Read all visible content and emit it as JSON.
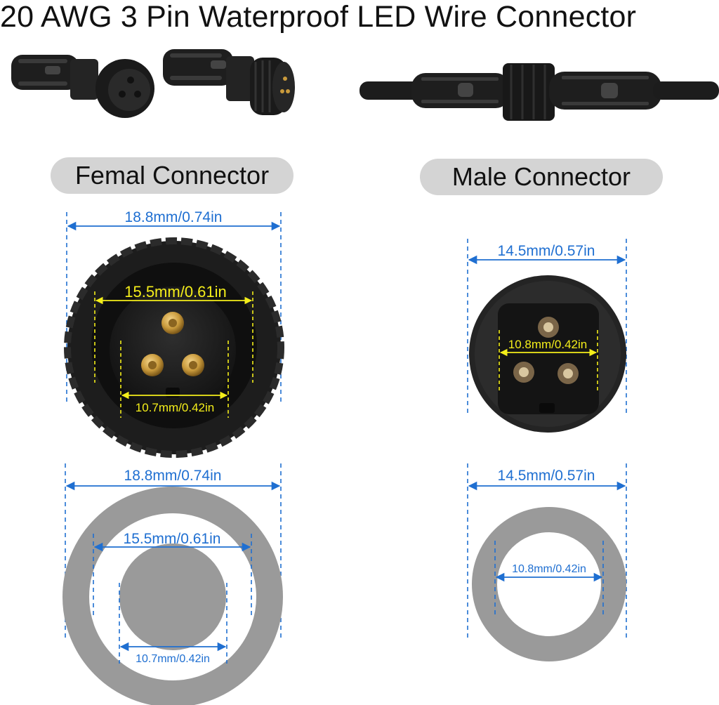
{
  "title": "20 AWG 3 Pin Waterproof LED Wire Connector",
  "labels": {
    "female": "Femal Connector",
    "male": "Male Connector"
  },
  "dimensions": {
    "female_outer": "18.8mm/0.74in",
    "female_inner": "15.5mm/0.61in",
    "female_pins": "10.7mm/0.42in",
    "male_outer": "14.5mm/0.57in",
    "male_pins": "10.8mm/0.42in"
  },
  "colors": {
    "dimension_blue": "#1f6fd1",
    "dimension_yellow": "#f4ee1a",
    "ring_gray": "#9a9a9a",
    "connector_black": "#1c1c1c",
    "pin_gold": "#c99a3c"
  }
}
